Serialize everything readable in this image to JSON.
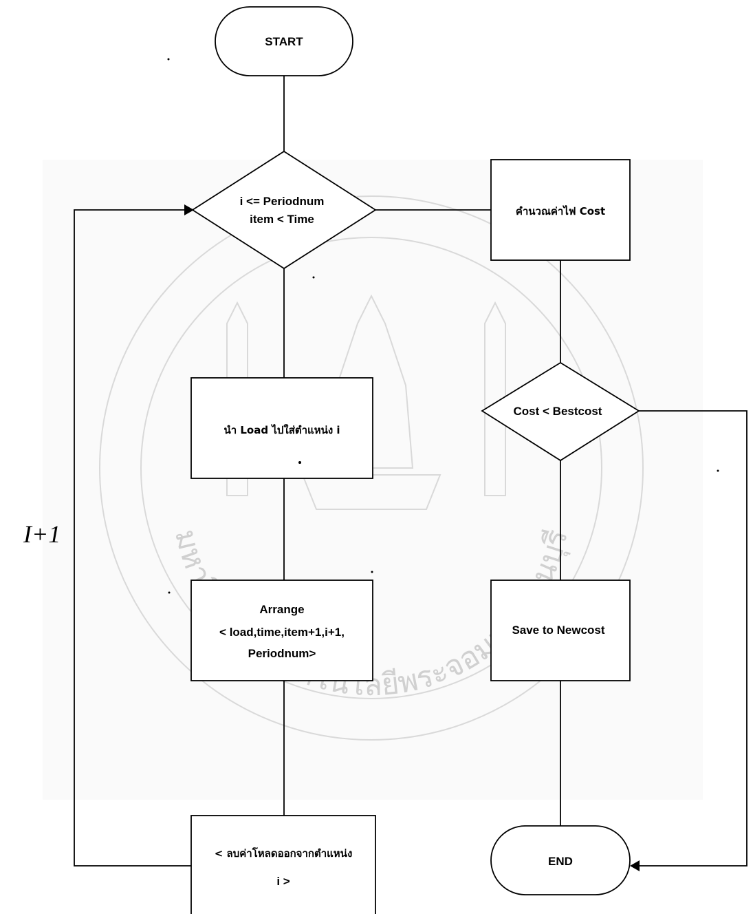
{
  "nodes": {
    "start": "START",
    "decision_loop": [
      "i <= Periodnum",
      "item < Time"
    ],
    "calc_cost": "คำนวณค่าไฟ Cost",
    "put_load": "นำ Load ไปใส่ตำแหน่ง  i",
    "decision_cost": "Cost < Bestcost",
    "arrange": [
      "Arrange",
      "< load,time,item+1,i+1,",
      "Periodnum>"
    ],
    "save_newcost": "Save to Newcost",
    "remove_load": [
      "< ลบค่าโหลดออกจากตำแหน่ง",
      "i >"
    ],
    "end": "END"
  },
  "loop_label": "I+1",
  "watermark": {
    "text": "มหาวิทยาลัยเทคโนโลยีพระจอมเกล้าธนบุรี"
  }
}
